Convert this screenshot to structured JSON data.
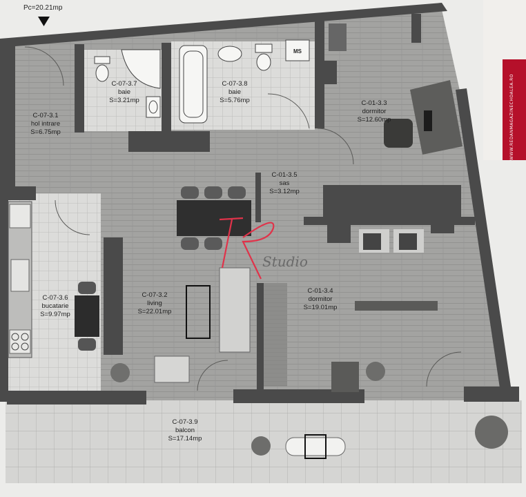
{
  "header": {
    "total_area": "Pc=20.21mp"
  },
  "rooms": [
    {
      "key": "hol",
      "code": "C-07-3.1",
      "name": "hol intrare",
      "area": "S=6.75mp"
    },
    {
      "key": "baie1",
      "code": "C-07-3.7",
      "name": "baie",
      "area": "S=3.21mp"
    },
    {
      "key": "baie2",
      "code": "C-07-3.8",
      "name": "baie",
      "area": "S=5.76mp"
    },
    {
      "key": "dorm1",
      "code": "C-01-3.3",
      "name": "dormitor",
      "area": "S=12.60mp"
    },
    {
      "key": "sas",
      "code": "C-01-3.5",
      "name": "sas",
      "area": "S=3.12mp"
    },
    {
      "key": "bucatarie",
      "code": "C-07-3.6",
      "name": "bucatarie",
      "area": "S=9.97mp"
    },
    {
      "key": "living",
      "code": "C-07-3.2",
      "name": "living",
      "area": "S=22.01mp"
    },
    {
      "key": "dorm2",
      "code": "C-01-3.4",
      "name": "dormitor",
      "area": "S=19.01mp"
    },
    {
      "key": "balcon",
      "code": "C-07-3.9",
      "name": "balcon",
      "area": "S=17.14mp"
    }
  ],
  "fixtures": {
    "ms_label": "MS"
  },
  "watermark": {
    "studio_text": "Studio"
  },
  "side_card": {
    "text": "WWW.REDANMAGAZINECHOALEA.RO",
    "color": "#b5102a"
  },
  "colors": {
    "wall": "#4a4a4a",
    "floor_wood": "#9c9c9a",
    "floor_tile": "#d8d8d6",
    "accent": "#e0334a"
  }
}
